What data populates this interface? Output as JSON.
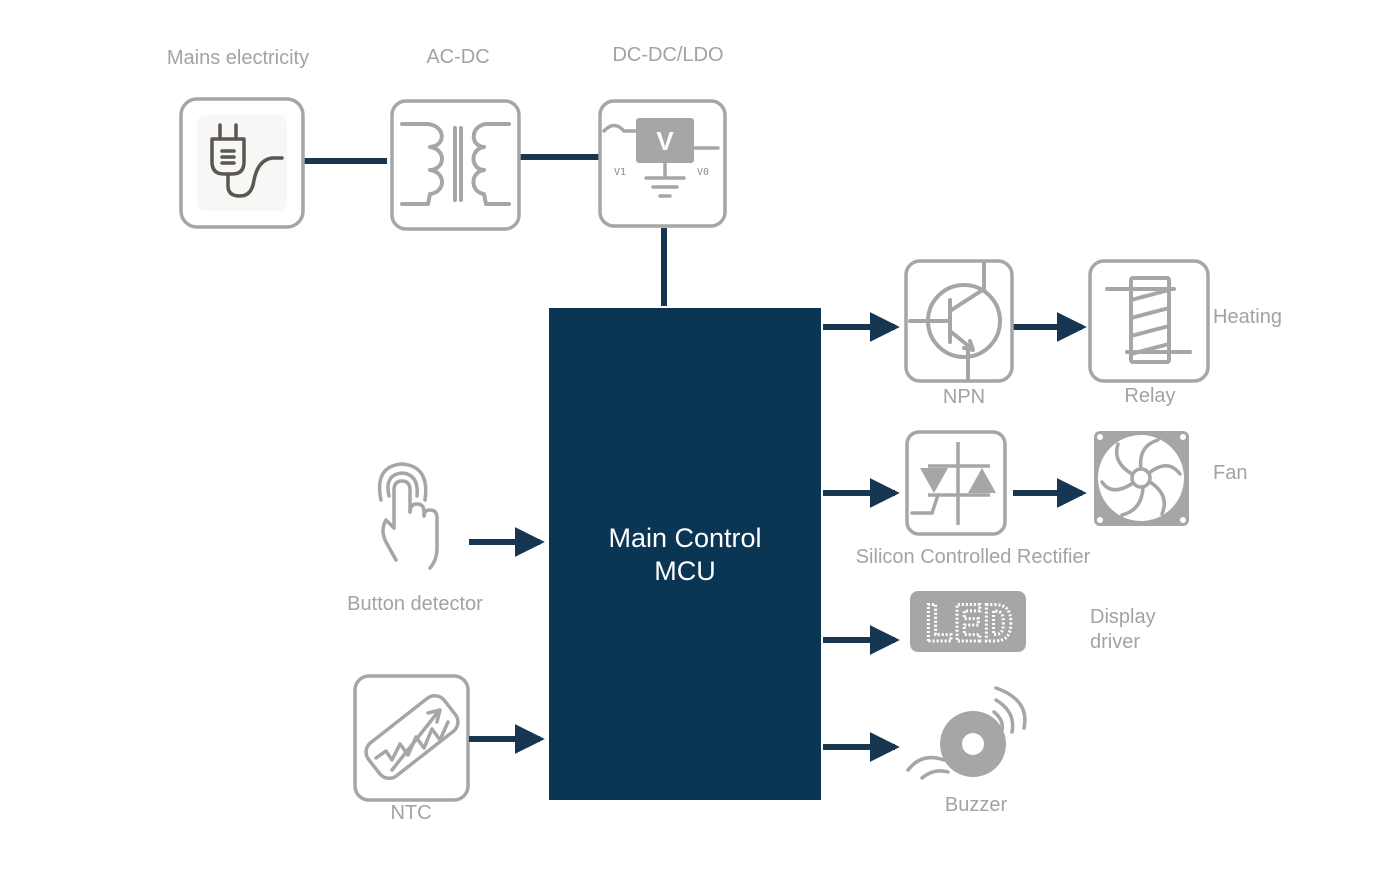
{
  "diagram": {
    "mcu": {
      "line1": "Main Control",
      "line2": "MCU"
    },
    "power_chain": {
      "mains": "Mains electricity",
      "acdc": "AC-DC",
      "dcdc": "DC-DC/LDO",
      "dcdc_symbol": "V",
      "dcdc_in": "V1",
      "dcdc_out": "V0"
    },
    "inputs": {
      "button": "Button detector",
      "ntc": "NTC"
    },
    "outputs": {
      "npn": "NPN",
      "relay": "Relay",
      "heating": "Heating",
      "scr": "Silicon Controlled Rectifier",
      "fan": "Fan",
      "led_text": "LED",
      "display_line1": "Display",
      "display_line2": "driver",
      "buzzer": "Buzzer"
    },
    "colors": {
      "mcu": "#0a3654",
      "wire": "#163652",
      "icon": "#a6a6a6",
      "label": "#a3a3a3"
    }
  }
}
